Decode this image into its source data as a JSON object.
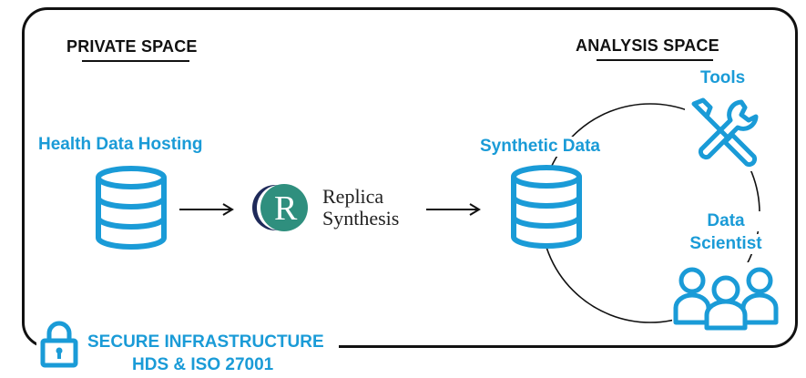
{
  "private_space": {
    "title": "PRIVATE SPACE",
    "label": "Health Data Hosting"
  },
  "analysis_space": {
    "title": "ANALYSIS SPACE",
    "synthetic_label": "Synthetic Data",
    "tools_label": "Tools",
    "scientist_label_line1": "Data",
    "scientist_label_line2": "Scientist"
  },
  "logo": {
    "letter": "R",
    "line1": "Replica",
    "line2": "Synthesis"
  },
  "secure": {
    "line1": "SECURE INFRASTRUCTURE",
    "line2": "HDS & ISO 27001"
  },
  "colors": {
    "accent": "#1a9bd7",
    "frame": "#111111",
    "logo_green": "#2f8f7e",
    "logo_navy": "#1f2a5a"
  },
  "icons": [
    "database-icon",
    "database-icon",
    "tools-icon",
    "users-icon",
    "lock-icon",
    "arrow-icon",
    "arrow-icon"
  ]
}
